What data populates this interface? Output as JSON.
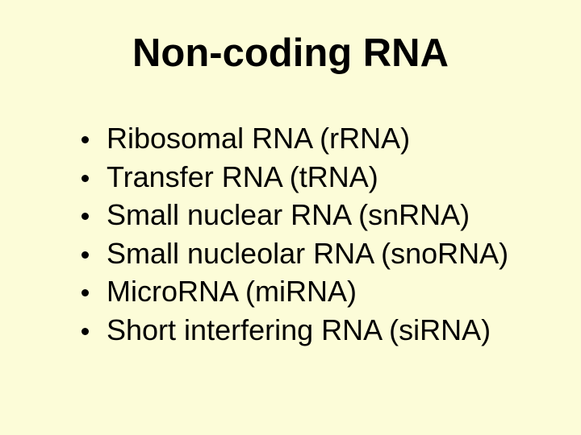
{
  "slide": {
    "title": "Non-coding RNA",
    "bullet_glyph": "dot",
    "bullets": [
      "Ribosomal RNA (rRNA)",
      "Transfer RNA (tRNA)",
      "Small nuclear RNA (snRNA)",
      "Small nucleolar RNA (snoRNA)",
      "MicroRNA (miRNA)",
      "Short interfering RNA (siRNA)"
    ],
    "colors": {
      "background": "#FCFCD8",
      "text": "#000000"
    }
  }
}
